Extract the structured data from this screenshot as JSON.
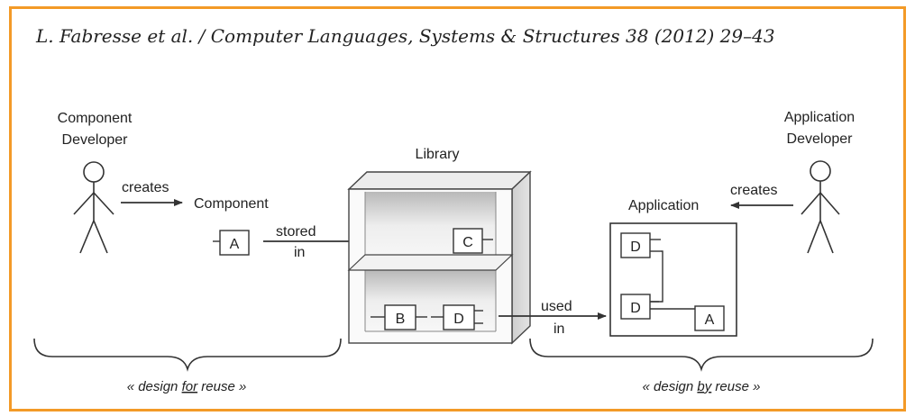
{
  "header": {
    "citation": "L. Fabresse et al. / Computer Languages, Systems & Structures 38 (2012) 29–43"
  },
  "diagram": {
    "component_developer": [
      "Component",
      "Developer"
    ],
    "application_developer": [
      "Application",
      "Developer"
    ],
    "creates_left": "creates",
    "creates_right": "creates",
    "component_label": "Component",
    "component_box": "A",
    "stored_in": [
      "stored",
      "in"
    ],
    "library_label": "Library",
    "library_top_box": "C",
    "library_bottom_boxes": [
      "B",
      "D"
    ],
    "used_in": [
      "used",
      "in"
    ],
    "application_label": "Application",
    "application_boxes": [
      "D",
      "D",
      "A"
    ],
    "design_for_reuse": {
      "open": "« design ",
      "underlined": "for",
      "close": " reuse »"
    },
    "design_by_reuse": {
      "open": "« design ",
      "underlined": "by",
      "close": " reuse »"
    }
  },
  "colors": {
    "accent_border": "#f39a27"
  }
}
